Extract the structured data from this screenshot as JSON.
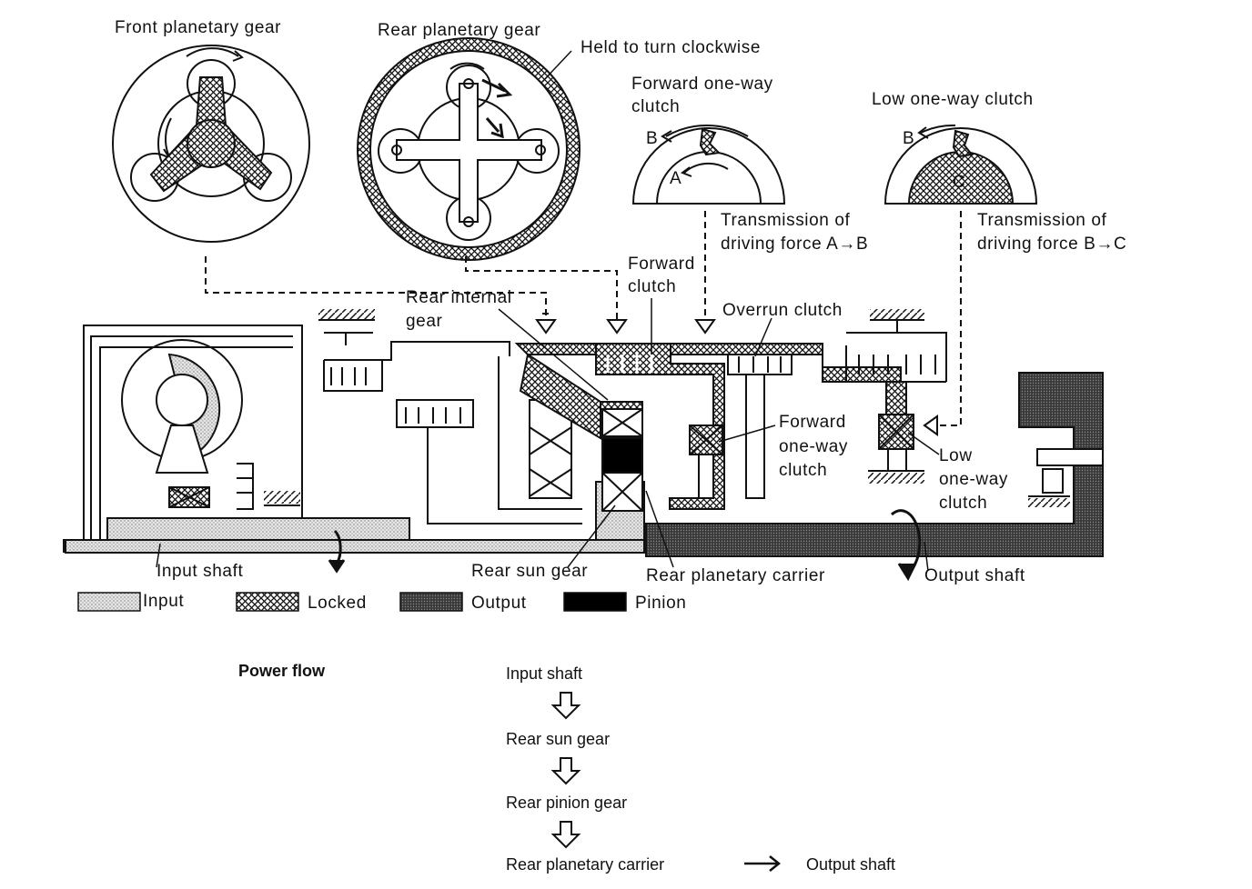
{
  "labels": {
    "front_planetary": "Front planetary gear",
    "rear_planetary": "Rear planetary gear",
    "held_clockwise": "Held to turn clockwise",
    "fwd_owc_title_1": "Forward one-way",
    "fwd_owc_title_2": "clutch",
    "low_owc_title": "Low one-way clutch",
    "point_a": "A",
    "point_b": "B",
    "point_c": "C",
    "trans_ab_1": "Transmission of",
    "trans_ab_2": "driving force A→B",
    "trans_bc_1": "Transmission of",
    "trans_bc_2": "driving force B→C",
    "forward_clutch_1": "Forward",
    "forward_clutch_2": "clutch",
    "rear_internal_1": "Rear internal",
    "rear_internal_2": "gear",
    "overrun_clutch": "Overrun clutch",
    "fwd_owc_1": "Forward",
    "fwd_owc_2": "one-way",
    "fwd_owc_3": "clutch",
    "low_owc_1": "Low",
    "low_owc_2": "one-way",
    "low_owc_3": "clutch",
    "input_shaft": "Input shaft",
    "rear_sun_gear": "Rear sun gear",
    "rear_planetary_carrier": "Rear planetary carrier",
    "output_shaft": "Output shaft"
  },
  "legend": [
    {
      "label": "Input",
      "pattern": "dots"
    },
    {
      "label": "Locked",
      "pattern": "crosshatch"
    },
    {
      "label": "Output",
      "pattern": "dense"
    },
    {
      "label": "Pinion",
      "pattern": "solid"
    }
  ],
  "power_flow": {
    "title": "Power flow",
    "steps": [
      "Input shaft",
      "Rear sun gear",
      "Rear pinion gear",
      "Rear planetary carrier"
    ],
    "final": "Output shaft"
  },
  "colors": {
    "ink": "#111111",
    "input_fill": "#d9d9d9",
    "output_fill": "#444444",
    "pinion_fill": "#000000"
  }
}
